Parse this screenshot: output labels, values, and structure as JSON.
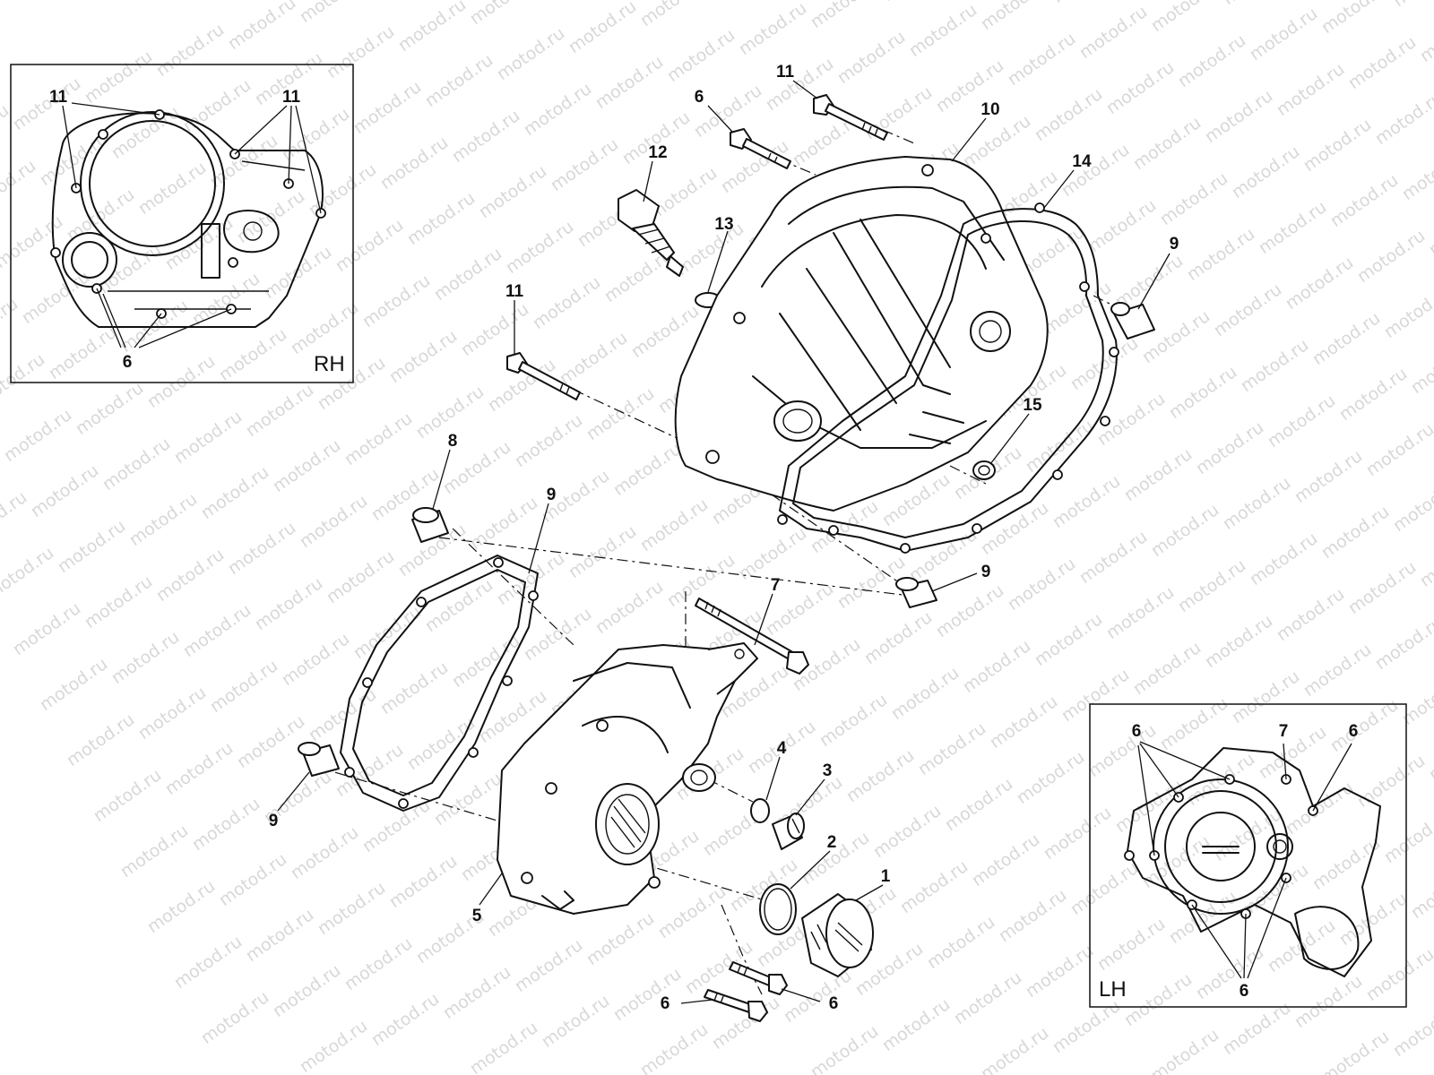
{
  "watermark": "motod.ru",
  "insets": {
    "rh": {
      "label": "RH"
    },
    "lh": {
      "label": "LH"
    }
  },
  "callouts": {
    "c11_rh_a": "11",
    "c11_rh_b": "11",
    "c6_rh": "6",
    "c11_top": "11",
    "c6_top": "6",
    "c10": "10",
    "c12": "12",
    "c13": "13",
    "c14": "14",
    "c9_right": "9",
    "c11_mid": "11",
    "c15": "15",
    "c8": "8",
    "c9_gasket": "9",
    "c9_lower_right": "9",
    "c7": "7",
    "c4": "4",
    "c3": "3",
    "c2": "2",
    "c1": "1",
    "c9_left": "9",
    "c5": "5",
    "c6_bolt_left": "6",
    "c6_bolt_right": "6",
    "c6_lh_a": "6",
    "c7_lh": "7",
    "c6_lh_b": "6",
    "c6_lh_c": "6"
  }
}
